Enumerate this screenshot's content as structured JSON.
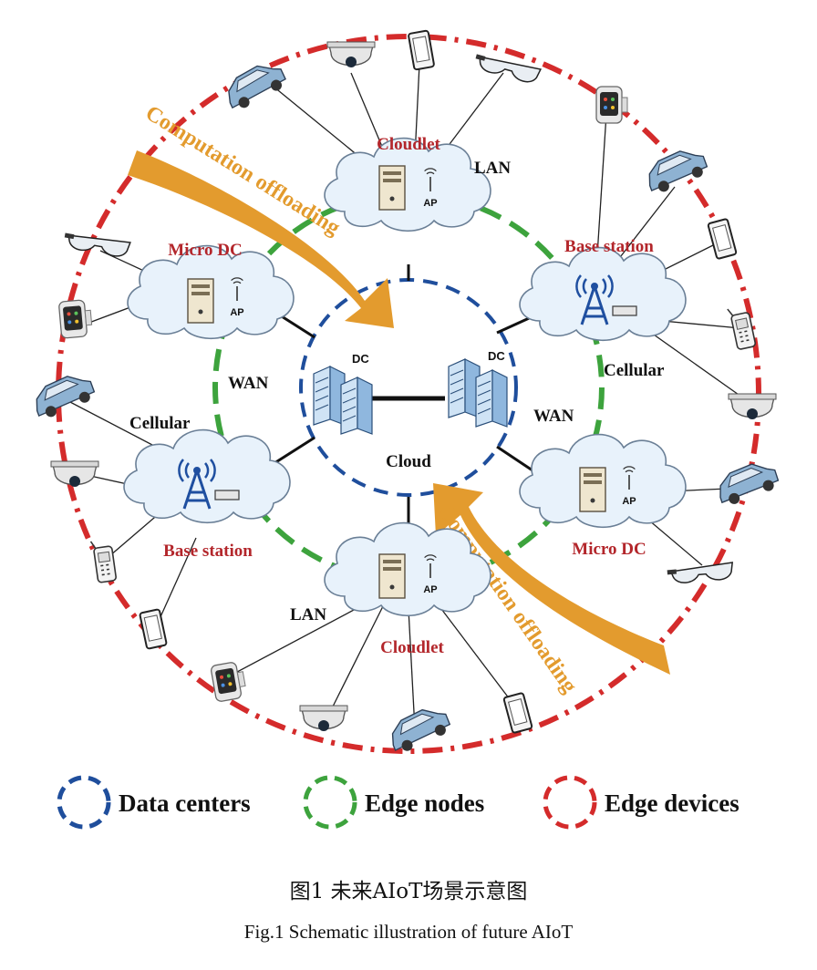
{
  "diagram": {
    "nodes": {
      "cloud": "Cloud",
      "dc_left": "DC",
      "dc_right": "DC",
      "cloudlet_top": "Cloudlet",
      "cloudlet_bottom": "Cloudlet",
      "micro_dc_left": "Micro DC",
      "micro_dc_right": "Micro DC",
      "base_station_right": "Base station",
      "base_station_left": "Base station",
      "ap": "AP"
    },
    "links": {
      "lan_top": "LAN",
      "lan_bottom": "LAN",
      "wan_left": "WAN",
      "wan_right": "WAN",
      "cellular_left": "Cellular",
      "cellular_right": "Cellular"
    },
    "arrows": {
      "offload_top": "Computation offloading",
      "offload_bottom": "Computation offloading"
    },
    "legend": [
      {
        "label": "Data centers",
        "color": "#1f4e9c"
      },
      {
        "label": "Edge nodes",
        "color": "#3da33d"
      },
      {
        "label": "Edge devices",
        "color": "#d42b2b"
      }
    ],
    "colors": {
      "data_centers_ring": "#1f4e9c",
      "edge_nodes_ring": "#3da33d",
      "edge_devices_ring": "#d42b2b",
      "offload_arrow": "#e39b2e",
      "node_label": "#b3262b"
    }
  },
  "caption": {
    "cn": "图1  未来AIoT场景示意图",
    "en": "Fig.1 Schematic illustration of future AIoT"
  }
}
